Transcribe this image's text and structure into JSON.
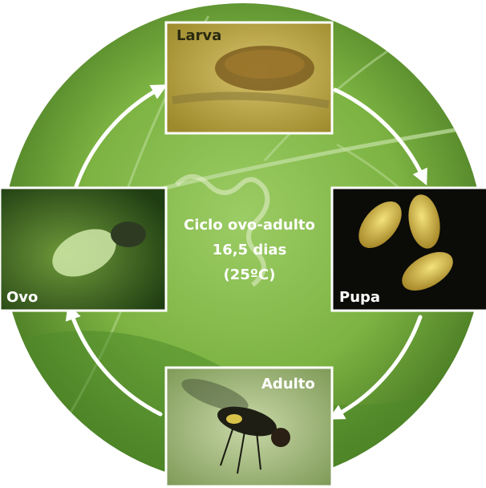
{
  "colors": {
    "leaf_dark": "#3e7d1f",
    "leaf_mid": "#7cb342",
    "leaf_light": "#b2d27a",
    "arrow": "#ffffff",
    "frame": "#ffffff"
  },
  "center_text": {
    "line1": "Ciclo ovo-adulto",
    "line2": "16,5 dias",
    "line3": "(25ºC)"
  },
  "stages": {
    "larva": {
      "label": "Larva",
      "image": "larva-photo"
    },
    "pupa": {
      "label": "Pupa",
      "image": "pupa-photo"
    },
    "adulto": {
      "label": "Adulto",
      "image": "adult-fly-photo"
    },
    "ovo": {
      "label": "Ovo",
      "image": "egg-photo"
    }
  },
  "cycle_order": [
    "ovo",
    "larva",
    "pupa",
    "adulto"
  ]
}
